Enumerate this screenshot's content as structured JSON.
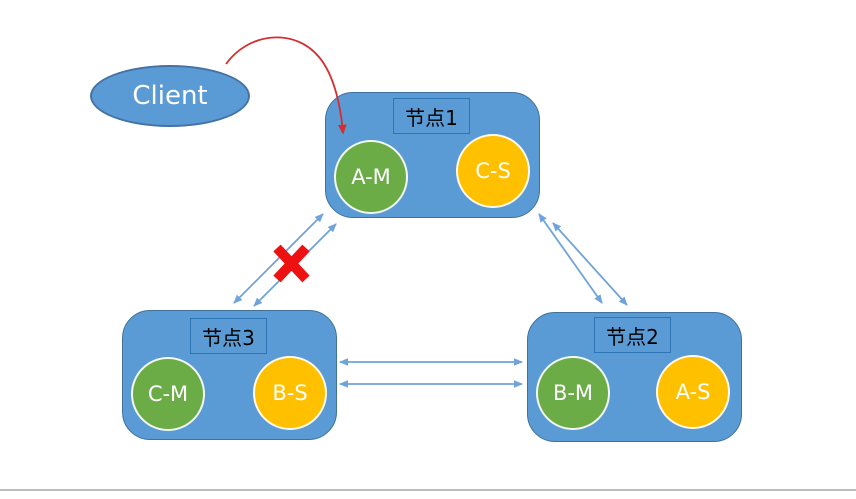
{
  "client": {
    "label": "Client"
  },
  "nodes": [
    {
      "id": "node1",
      "label": "节点1",
      "circles": [
        {
          "label": "A-M",
          "color": "green"
        },
        {
          "label": "C-S",
          "color": "yellow"
        }
      ]
    },
    {
      "id": "node2",
      "label": "节点2",
      "circles": [
        {
          "label": "B-M",
          "color": "green"
        },
        {
          "label": "A-S",
          "color": "yellow"
        }
      ]
    },
    {
      "id": "node3",
      "label": "节点3",
      "circles": [
        {
          "label": "C-M",
          "color": "green"
        },
        {
          "label": "B-S",
          "color": "yellow"
        }
      ]
    }
  ],
  "connections": [
    {
      "from": "client",
      "to": "node1.A-M",
      "style": "curved-single-arrow",
      "color": "red"
    },
    {
      "from": "node1",
      "to": "node3",
      "style": "double-headed",
      "lines": 2,
      "status": "broken-x"
    },
    {
      "from": "node1",
      "to": "node2",
      "style": "double-headed",
      "lines": 2,
      "status": "ok"
    },
    {
      "from": "node3",
      "to": "node2",
      "style": "double-headed",
      "lines": 2,
      "status": "ok"
    }
  ],
  "colors": {
    "node_fill": "#5B9BD5",
    "node_border": "#41719C",
    "label_box_border": "#2E75B6",
    "master_green": "#6BAC47",
    "slave_yellow": "#FFC000",
    "connector_blue": "#6FA3DB",
    "client_arrow_red": "#D32F2F",
    "broken_x_red": "#EE1111",
    "divider_gray": "#BDBDBD",
    "circle_text": "#FFFFFF",
    "label_text": "#000000"
  }
}
